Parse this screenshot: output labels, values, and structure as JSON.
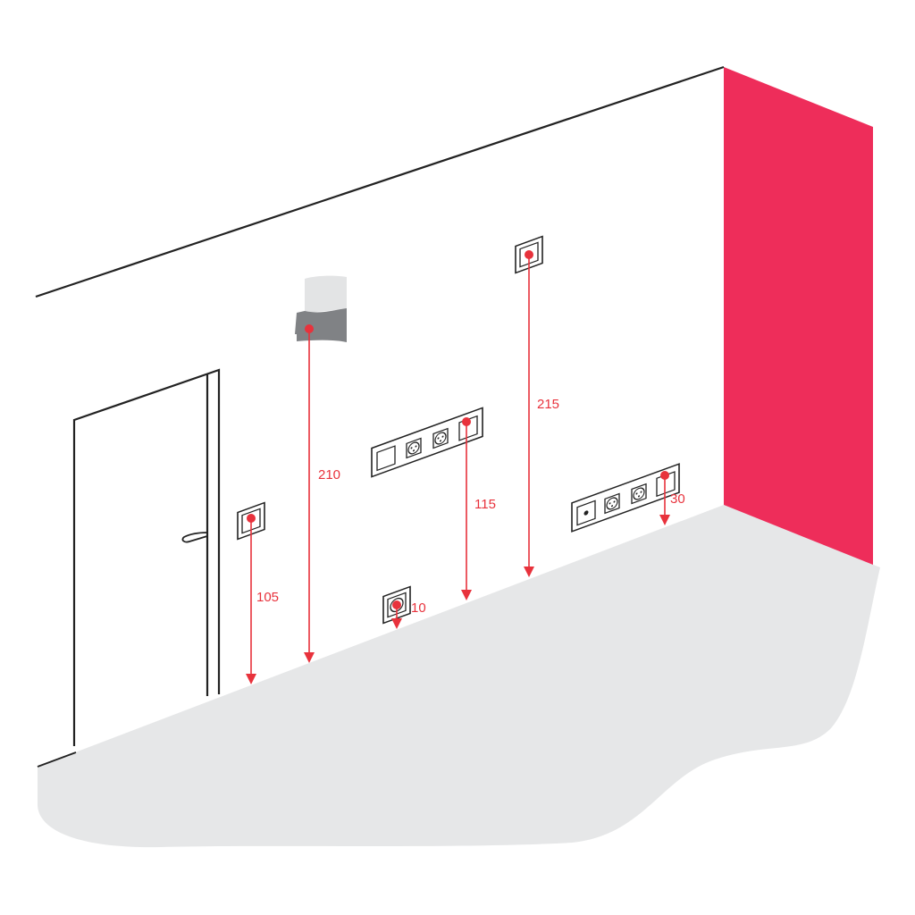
{
  "colors": {
    "accent_wall": "#ee2d5a",
    "dimension": "#e8323c",
    "floor": "#e6e7e8",
    "outline": "#222222"
  },
  "dimensions": [
    {
      "id": "light-switch-door",
      "label": "105"
    },
    {
      "id": "wall-lamp",
      "label": "210"
    },
    {
      "id": "low-socket",
      "label": "10"
    },
    {
      "id": "switch-socket-block",
      "label": "115"
    },
    {
      "id": "high-socket",
      "label": "215"
    },
    {
      "id": "media-socket-block",
      "label": "30"
    }
  ]
}
